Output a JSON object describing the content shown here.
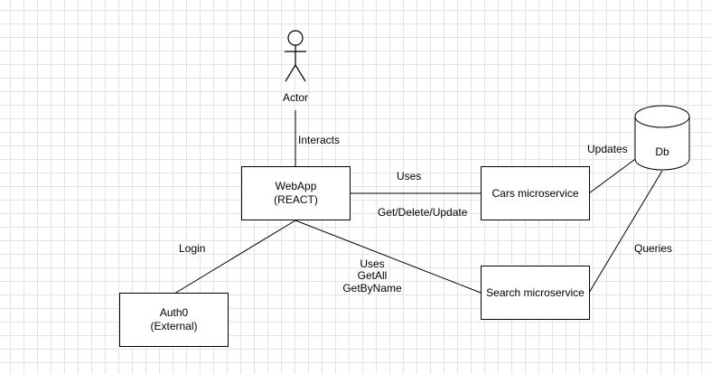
{
  "nodes": {
    "actor": {
      "label": "Actor"
    },
    "webapp": {
      "line1": "WebApp",
      "line2": "(REACT)"
    },
    "cars": {
      "label": "Cars microservice"
    },
    "search": {
      "label": "Search microservice"
    },
    "auth": {
      "line1": "Auth0",
      "line2": "(External)"
    },
    "db": {
      "label": "Db"
    }
  },
  "edges": {
    "interacts": "Interacts",
    "uses_cars_top": "Uses",
    "uses_cars_bottom": "Get/Delete/Update",
    "login": "Login",
    "uses_search_1": "Uses",
    "uses_search_2": "GetAll",
    "uses_search_3": "GetByName",
    "updates": "Updates",
    "queries": "Queries"
  },
  "colors": {
    "stroke": "#000000",
    "grid": "#e3e3e3",
    "fill": "#ffffff"
  }
}
